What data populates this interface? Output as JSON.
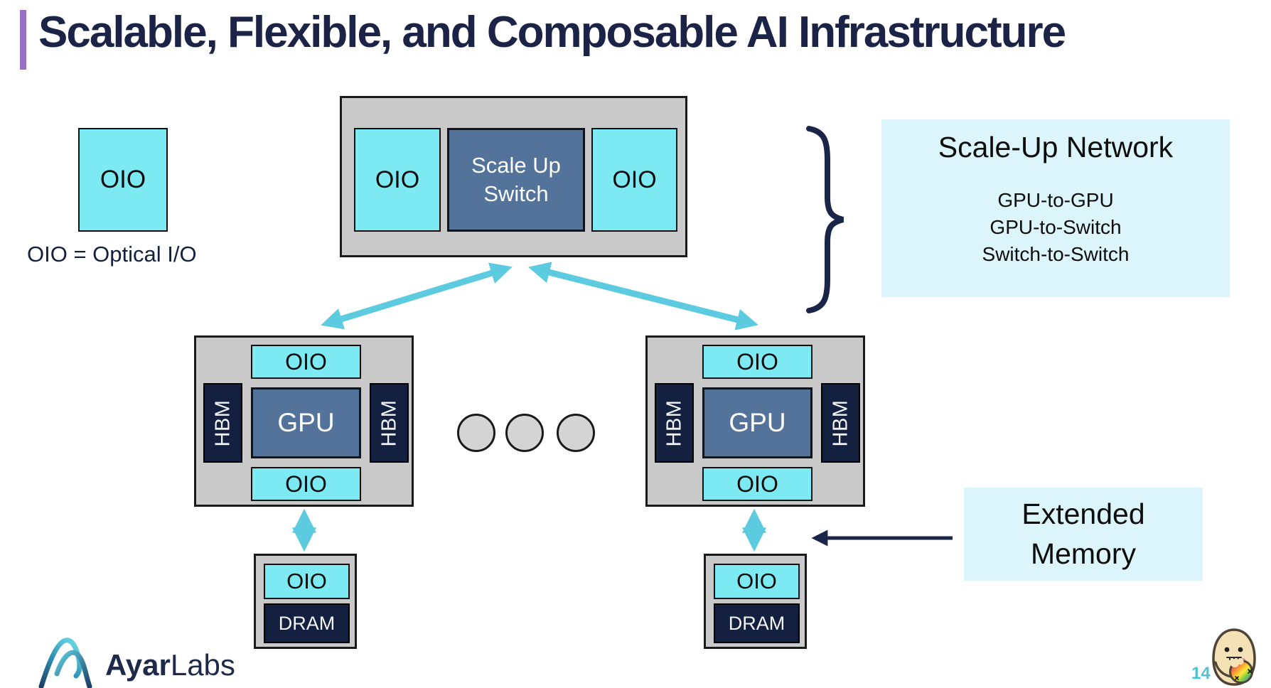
{
  "slide": {
    "title": "Scalable, Flexible, and Composable AI Infrastructure",
    "page_number": "14"
  },
  "colors": {
    "title_navy": "#1b2347",
    "accent_purple": "#9a6fc9",
    "oio_cyan": "#7de9f2",
    "panel_light_cyan": "#dcf5fa",
    "chip_slate_blue": "#53739b",
    "chip_dark_navy": "#13203f",
    "package_gray": "#c9c9c9",
    "arrow_cyan": "#5ccadf",
    "arrow_navy": "#1b2547",
    "page_number_cyan": "#4fc3d4"
  },
  "legend": {
    "box_label": "OIO",
    "caption": "OIO = Optical I/O"
  },
  "switch_unit": {
    "oio_left": "OIO",
    "name_line1": "Scale Up",
    "name_line2": "Switch",
    "oio_right": "OIO"
  },
  "scale_up_network": {
    "title": "Scale-Up Network",
    "items": [
      "GPU-to-GPU",
      "GPU-to-Switch",
      "Switch-to-Switch"
    ]
  },
  "gpu_packages": [
    {
      "oio_top": "OIO",
      "hbm_left": "HBM",
      "gpu": "GPU",
      "hbm_right": "HBM",
      "oio_bottom": "OIO"
    },
    {
      "oio_top": "OIO",
      "hbm_left": "HBM",
      "gpu": "GPU",
      "hbm_right": "HBM",
      "oio_bottom": "OIO"
    }
  ],
  "dram_modules": [
    {
      "oio": "OIO",
      "dram": "DRAM"
    },
    {
      "oio": "OIO",
      "dram": "DRAM"
    }
  ],
  "extended_memory": {
    "line1": "Extended",
    "line2": "Memory"
  },
  "logo": {
    "bold": "Ayar",
    "light": "Labs"
  }
}
